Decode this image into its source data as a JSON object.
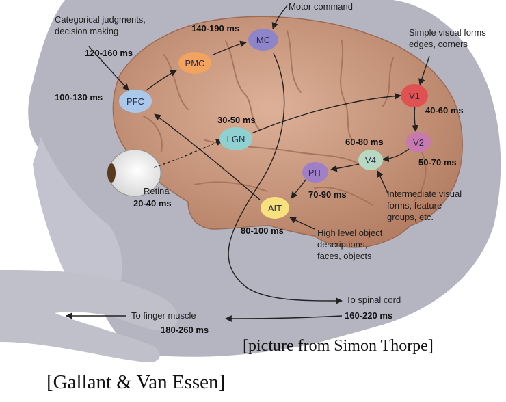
{
  "areas": {
    "mc": {
      "label": "MC",
      "time": "140-190 ms",
      "color": "#8e84c9"
    },
    "pmc": {
      "label": "PMC",
      "time": "120-160 ms",
      "color": "#f2a35e"
    },
    "pfc": {
      "label": "PFC",
      "time": "100-130 ms",
      "color": "#a9c8ea"
    },
    "lgn": {
      "label": "LGN",
      "time": "30-50 ms",
      "color": "#8fd1d0"
    },
    "v1": {
      "label": "V1",
      "time": "40-60 ms",
      "color": "#e05252"
    },
    "v2": {
      "label": "V2",
      "time": "50-70 ms",
      "color": "#c77ab0"
    },
    "v4": {
      "label": "V4",
      "time": "60-80 ms",
      "color": "#b7d8c1"
    },
    "pit": {
      "label": "PIT",
      "time": "70-90 ms",
      "color": "#9f80c7"
    },
    "ait": {
      "label": "AIT",
      "time": "80-100 ms",
      "color": "#f7e27d"
    }
  },
  "retina": {
    "label": "Retina",
    "time": "20-40 ms"
  },
  "annotations": {
    "motor_command": "Motor command",
    "categorical": [
      "Categorical judgments,",
      "decision making"
    ],
    "simple_visual": [
      "Simple visual forms",
      "edges, corners"
    ],
    "intermediate": [
      "Intermediate visual",
      "forms, feature",
      "groups, etc."
    ],
    "high_level": [
      "High level object",
      "descriptions,",
      "faces, objects"
    ],
    "spinal_cord": "To spinal cord",
    "spinal_time": "160-220 ms",
    "finger_muscle": "To finger muscle",
    "finger_time": "180-260 ms"
  },
  "credits": {
    "thorpe": "[picture from Simon Thorpe]",
    "gallant": "[Gallant & Van Essen]"
  },
  "colors": {
    "brain": "#cf9d80",
    "brain_dark": "#a86f55",
    "head": "#b3b3c0",
    "background": "#ffffff"
  }
}
